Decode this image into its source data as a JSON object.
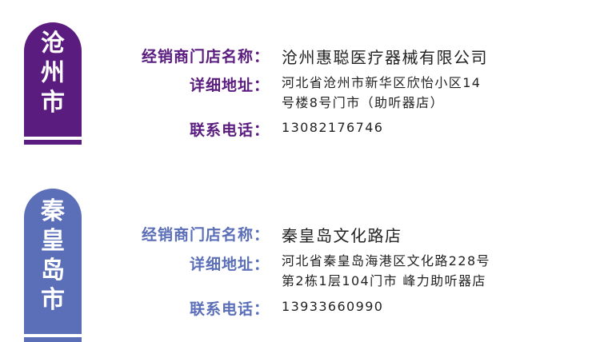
{
  "colors": {
    "purple": "#5b1c80",
    "blue": "#5b6eb8",
    "text": "#222222"
  },
  "entries": [
    {
      "city": [
        "沧",
        "州",
        "市"
      ],
      "store_label": "经销商门店名称：",
      "store_value": "沧州惠聪医疗器械有限公司",
      "address_label": "详细地址：",
      "address_lines": [
        "河北省沧州市新华区欣怡小区14",
        "号楼8号门市（助听器店）"
      ],
      "phone_label": "联系电话：",
      "phone_value": "13082176746"
    },
    {
      "city": [
        "秦",
        "皇",
        "岛",
        "市"
      ],
      "store_label": "经销商门店名称：",
      "store_value": "秦皇岛文化路店",
      "address_label": "详细地址：",
      "address_lines": [
        "河北省秦皇岛海港区文化路228号",
        "第2栋1层104门市 峰力助听器店"
      ],
      "phone_label": "联系电话：",
      "phone_value": "13933660990"
    }
  ]
}
